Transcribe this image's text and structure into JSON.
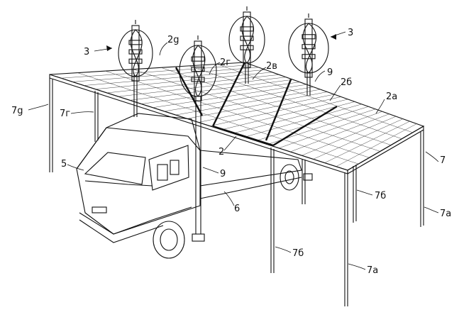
{
  "labels": {
    "l3_left": "3",
    "l3_right": "3",
    "l2g": "2g",
    "l2e": "2г",
    "l2v": "2в",
    "l9_top": "9",
    "l2b": "2б",
    "l2a": "2a",
    "l7g": "7g",
    "l7e": "7г",
    "l7": "7",
    "l5": "5",
    "l2": "2",
    "l9_mid": "9",
    "l6": "6",
    "l7b_right": "7б",
    "l7a_right": "7a",
    "l7b_bottom": "7б",
    "l7a_bottom": "7a"
  },
  "colors": {
    "line": "#111111",
    "background": "#ffffff"
  }
}
